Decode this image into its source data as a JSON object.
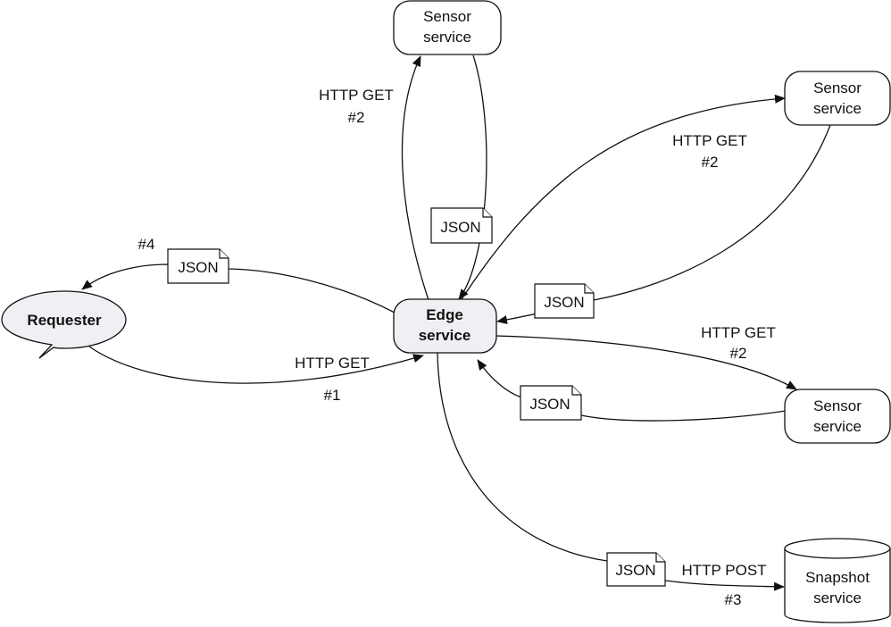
{
  "nodes": {
    "requester": "Requester",
    "edge": [
      "Edge",
      "service"
    ],
    "sensor_top": [
      "Sensor",
      "service"
    ],
    "sensor_right": [
      "Sensor",
      "service"
    ],
    "sensor_lower": [
      "Sensor",
      "service"
    ],
    "snapshot": [
      "Snapshot",
      "service"
    ]
  },
  "labels": {
    "http_get_1": "HTTP GET",
    "step_1": "#1",
    "http_get_2_top": "HTTP GET",
    "step_2_top": "#2",
    "http_get_2_right": "HTTP GET",
    "step_2_right": "#2",
    "http_get_2_lower": "HTTP GET",
    "step_2_lower": "#2",
    "http_post_3": "HTTP POST",
    "step_3": "#3",
    "step_4": "#4"
  },
  "documents": {
    "json_top": "JSON",
    "json_right": "JSON",
    "json_lower": "JSON",
    "json_requester": "JSON",
    "json_snapshot": "JSON"
  }
}
